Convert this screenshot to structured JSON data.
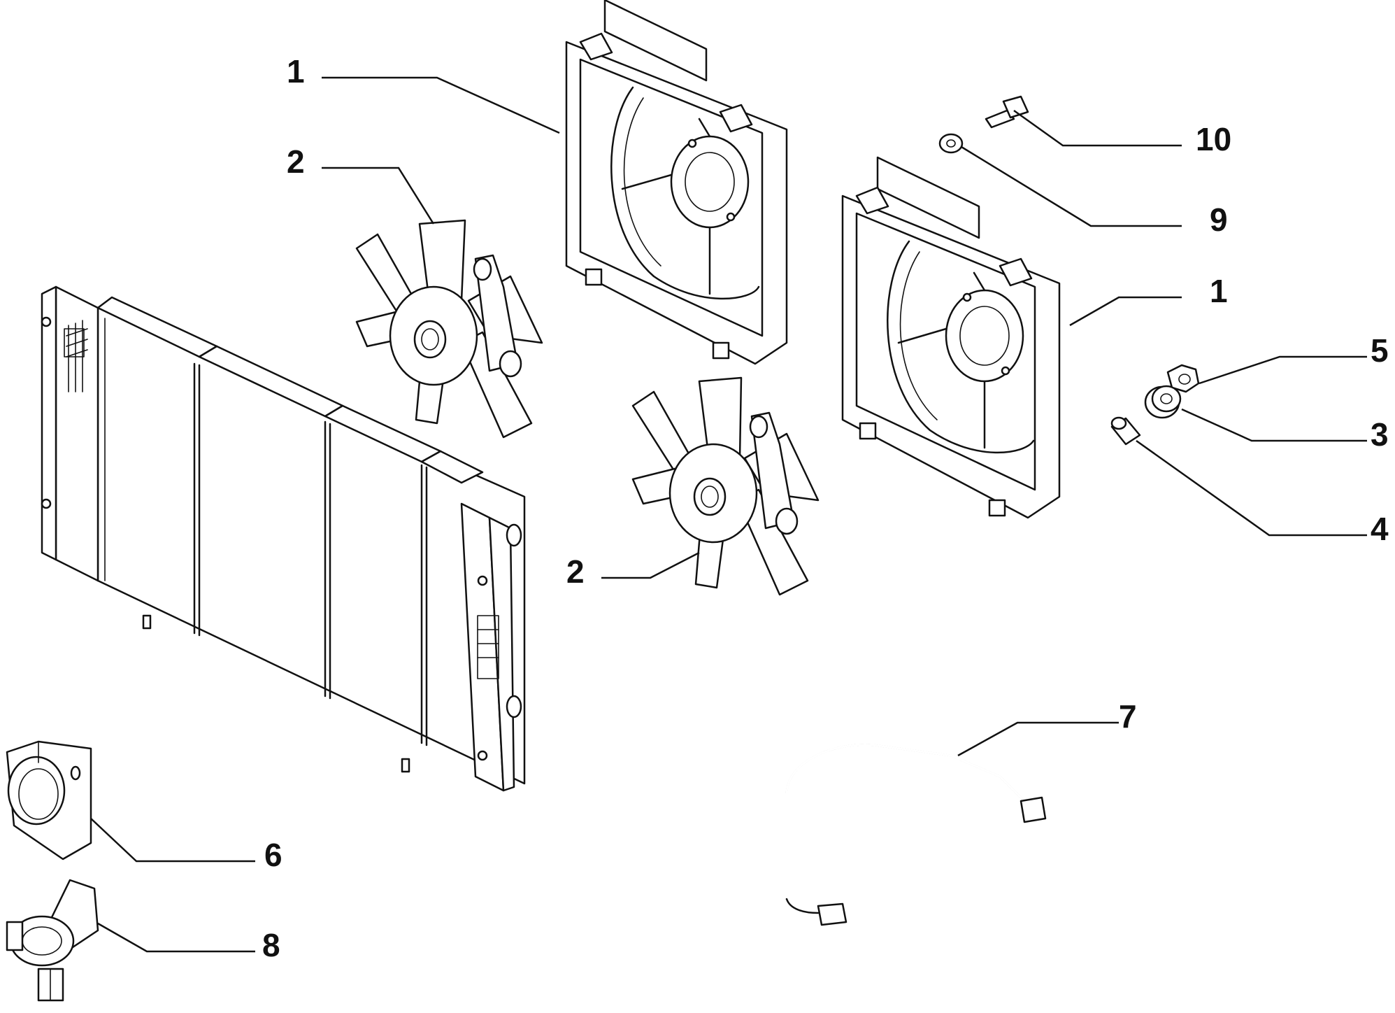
{
  "diagram": {
    "parts": [
      {
        "key": "fan-shroud-left",
        "icon": "fan-shroud-icon"
      },
      {
        "key": "fan-shroud-right",
        "icon": "fan-shroud-icon"
      },
      {
        "key": "fan-upper",
        "icon": "fan-icon"
      },
      {
        "key": "fan-lower",
        "icon": "fan-icon"
      },
      {
        "key": "radiator",
        "icon": "radiator-icon"
      },
      {
        "key": "bracket-6",
        "icon": "bracket-icon"
      },
      {
        "key": "clip-8",
        "icon": "clip-icon"
      },
      {
        "key": "wiring-harness",
        "icon": "wiring-harness-icon"
      },
      {
        "key": "bolt",
        "icon": "bolt-icon"
      },
      {
        "key": "washer",
        "icon": "washer-icon"
      },
      {
        "key": "nut",
        "icon": "nut-icon"
      },
      {
        "key": "grommet",
        "icon": "grommet-icon"
      },
      {
        "key": "spacer",
        "icon": "spacer-icon"
      }
    ],
    "callouts": {
      "c1_left": "1",
      "c1_right": "1",
      "c2_upper": "2",
      "c2_lower": "2",
      "c3": "3",
      "c4": "4",
      "c5": "5",
      "c6": "6",
      "c7": "7",
      "c8": "8",
      "c9": "9",
      "c10": "10"
    }
  }
}
